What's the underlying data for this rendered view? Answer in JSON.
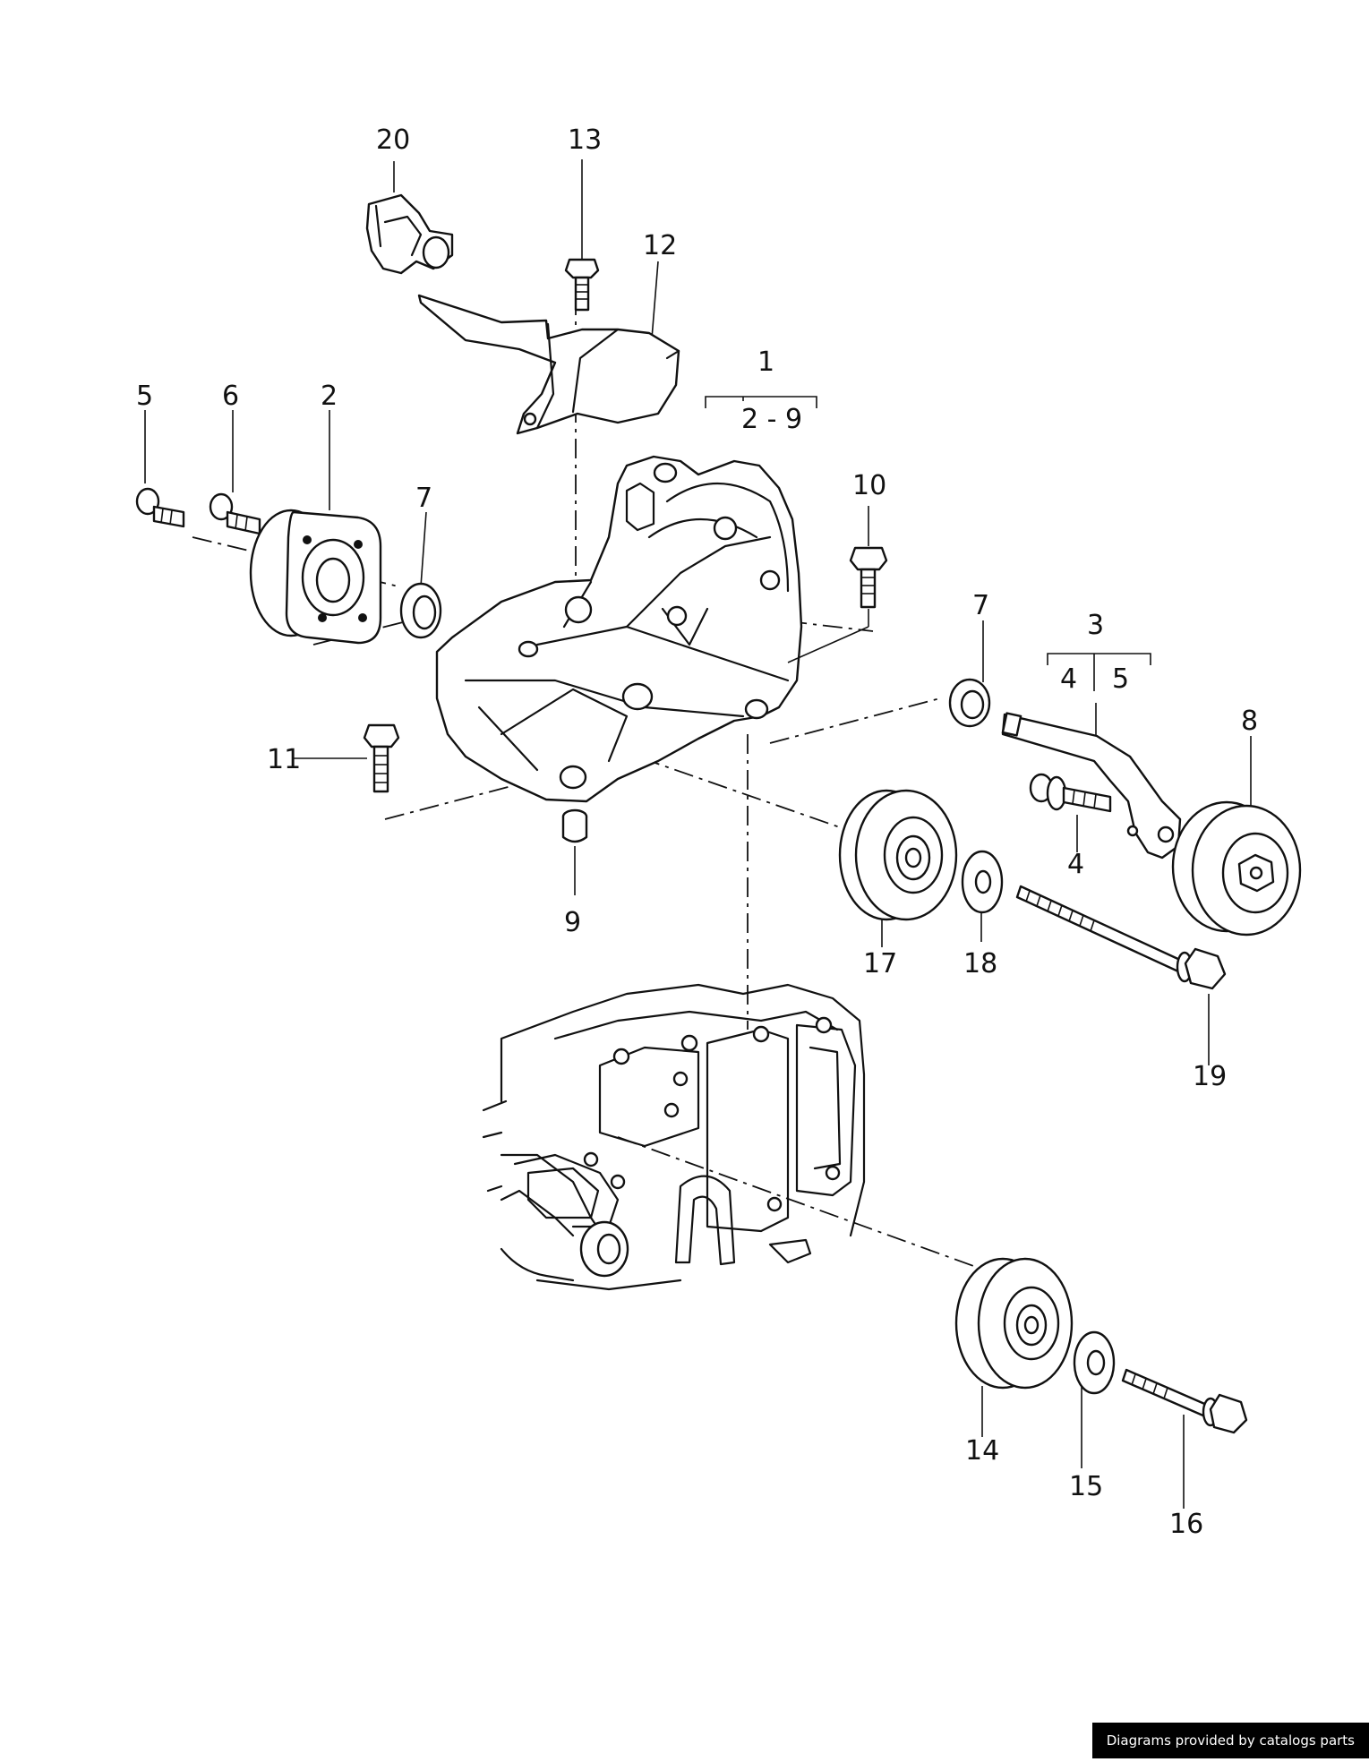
{
  "callouts": {
    "c1": "1",
    "c2": "2",
    "c2to9": "2 - 9",
    "c3": "3",
    "c4": "4",
    "c4b": "4",
    "c5": "5",
    "c5b": "5",
    "c6": "6",
    "c7a": "7",
    "c7b": "7",
    "c8": "8",
    "c9": "9",
    "c10": "10",
    "c11": "11",
    "c12": "12",
    "c13": "13",
    "c14": "14",
    "c15": "15",
    "c16": "16",
    "c17": "17",
    "c18": "18",
    "c19": "19",
    "c20": "20"
  },
  "credit": "Diagrams provided by catalogs parts"
}
